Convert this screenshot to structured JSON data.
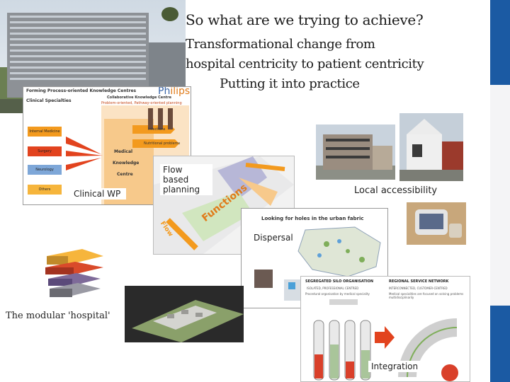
{
  "slide": {
    "title": "So what are we trying to achieve?",
    "subtitle_line1": "Transformational change from",
    "subtitle_line2": "hospital centricity to patient centricity",
    "subtitle_line3": "Putting it into practice"
  },
  "panels": {
    "knowledge_centres": {
      "heading": "Forming Process-oriented Knowledge Centres",
      "brand": "Ph",
      "brand_accent": "ilips",
      "clinical_specialties": "Clinical Specialties",
      "collab_title": "Collaborative Knowledge Centre",
      "collab_sub": "Problem-oriented, Pathway-oriented planning",
      "left_boxes": [
        "Internal Medicine",
        "Surgery",
        "Neurology",
        "Others"
      ],
      "centre_words": [
        "Medical",
        "Knowledge",
        "Centre"
      ],
      "right_labels": [
        "Infections",
        "Nutritional problems"
      ],
      "caption": "Clinical WP"
    },
    "flow": {
      "caption": "Flow based planning",
      "words": [
        "Functions",
        "Flow"
      ]
    },
    "dispersal": {
      "heading": "Looking for holes in the urban fabric",
      "caption": "Dispersal"
    },
    "local": {
      "caption": "Local accessibility"
    },
    "modular": {
      "caption": "The modular 'hospital'"
    },
    "integration": {
      "left_title": "SEGREGATED SILO ORGANISATION",
      "left_sub": "ISOLATED, PROFESSIONAL CENTRED",
      "left_sub2": "Procedural organisation by medical speciality",
      "right_title": "REGIONAL SERVICE NETWORK",
      "right_sub": "INTERCONNECTED, CUSTOMER-CENTRED",
      "right_sub2": "Medical specialities are focused on solving problems multidisciplinarily",
      "caption": "Integration"
    }
  },
  "colors": {
    "accent_blue": "#1b5aa3",
    "orange": "#f39a1e",
    "red_arrow": "#e2431e"
  }
}
